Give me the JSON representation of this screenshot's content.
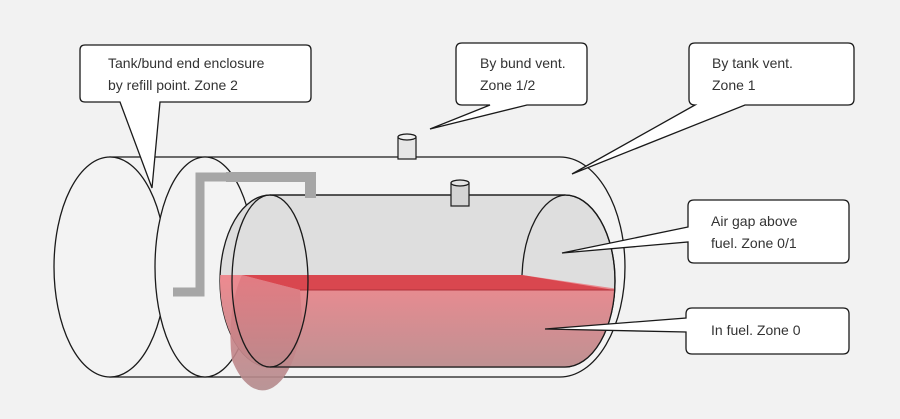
{
  "callouts": {
    "enclosure": "Tank/bund end enclosure\nby refill point. Zone 2",
    "bund_vent": "By bund vent.\nZone 1/2",
    "tank_vent": "By tank vent.\nZone 1",
    "air_gap": "Air gap above\nfuel. Zone 0/1",
    "fuel": "In fuel. Zone 0"
  },
  "colors": {
    "background": "#f2f2f2",
    "outline": "#1a1a1a",
    "outer_bund": "#f2f2f2",
    "inner_tank": "#dedede",
    "fuel_top": "#e8868c",
    "fuel_bottom": "#c08a8c",
    "fuel_surface": "#d9474f",
    "refill_pipe": "#a6a6a6",
    "callout_fill": "#ffffff"
  }
}
